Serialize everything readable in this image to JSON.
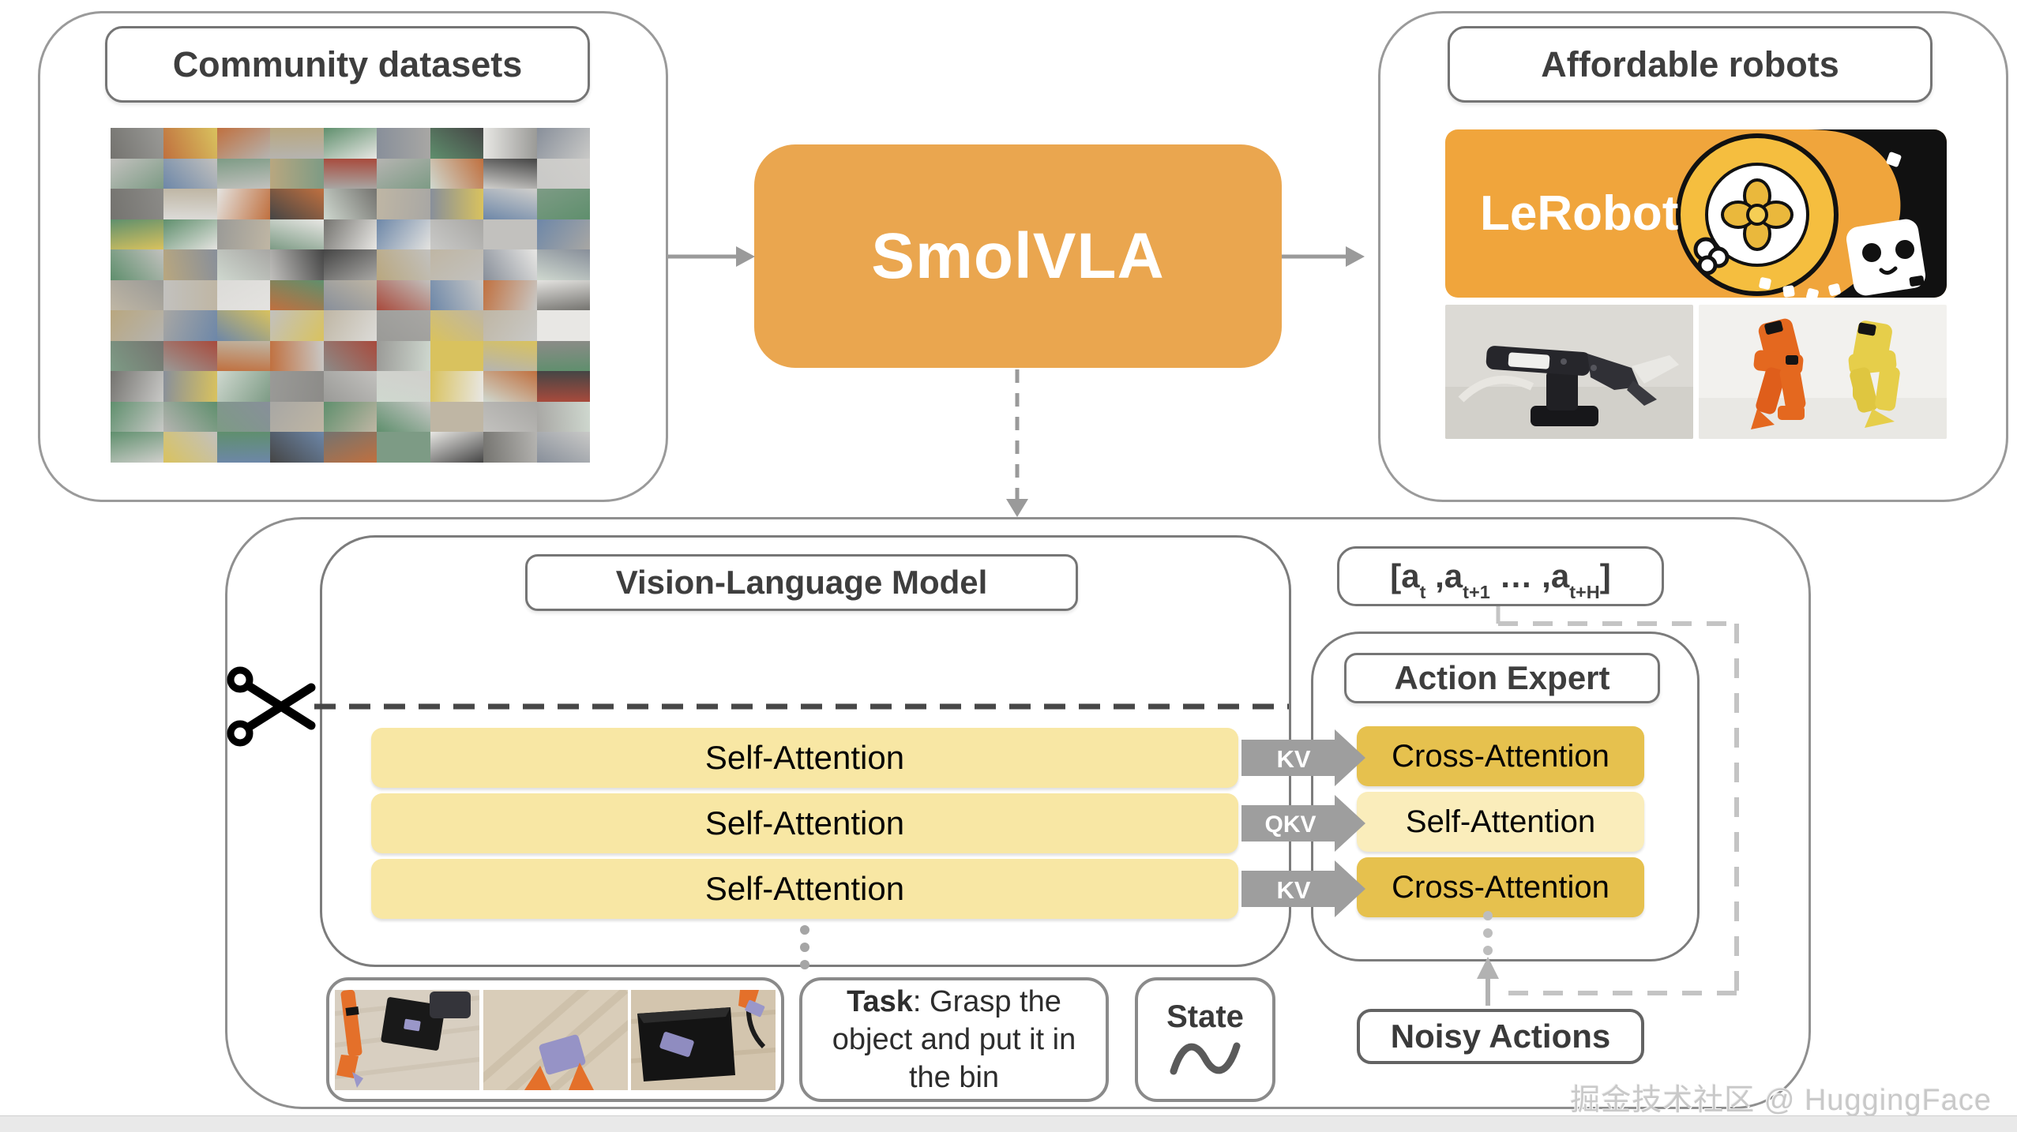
{
  "top": {
    "community": {
      "title": "Community datasets"
    },
    "smolvla": {
      "label": "SmolVLA"
    },
    "affordable": {
      "title": "Affordable robots",
      "banner_label": "LeRobot"
    }
  },
  "bottom": {
    "vlm": {
      "title": "Vision-Language Model",
      "bars": [
        "Self-Attention",
        "Self-Attention",
        "Self-Attention"
      ]
    },
    "kv_labels": [
      "KV",
      "QKV",
      "KV"
    ],
    "action_expert": {
      "title": "Action Expert",
      "bars": [
        "Cross-Attention",
        "Self-Attention",
        "Cross-Attention"
      ]
    },
    "actions_output": {
      "segments": [
        {
          "t": "[a"
        },
        {
          "s": "t"
        },
        {
          "t": " ,a"
        },
        {
          "s": "t+1"
        },
        {
          "t": " … ,a"
        },
        {
          "s": "t+H"
        },
        {
          "t": "]"
        }
      ]
    },
    "task": {
      "bold": "Task",
      "rest": ": Grasp the object and put it in the bin"
    },
    "state": {
      "label": "State"
    },
    "noisy": {
      "label": "Noisy Actions"
    }
  },
  "watermark": "掘金技术社区 @ HuggingFace",
  "colors": {
    "smolvla_orange": "#EAA64F",
    "lerobot_orange": "#F0A53C",
    "vlm_bar_yellow": "#F8E7A4",
    "cross_attention_gold": "#E6C14E",
    "ae_self_yellow": "#FAEDBB",
    "arrow_gray": "#9E9E9E",
    "loop_gray": "#C4C4C4",
    "cut_line_dark": "#474747"
  },
  "mosaic": {
    "cols": 9,
    "rows": 11,
    "seed": 97,
    "palette": [
      "#c9c9c7",
      "#dcdbd8",
      "#b5b4b1",
      "#9a9a97",
      "#e4e3e0",
      "#8c8b88",
      "#d0cfcc",
      "#c2c1be",
      "#a8a7a4",
      "#7d9b85",
      "#5f8f6d",
      "#b9a77f",
      "#6d87a8",
      "#454545",
      "#d9c25e",
      "#c0703f",
      "#a84a3c",
      "#e8e7e4",
      "#74736f",
      "#cfd8cf",
      "#bfb6a4",
      "#888f9a"
    ]
  }
}
